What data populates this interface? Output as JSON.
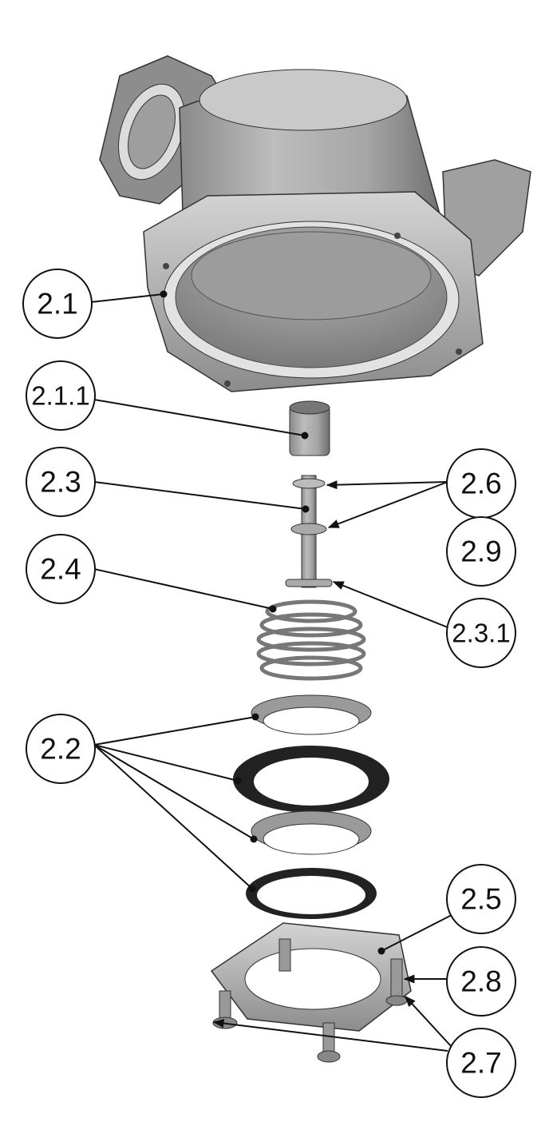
{
  "diagram": {
    "type": "exploded-parts-view",
    "callouts": {
      "c2_1": "2.1",
      "c2_1_1": "2.1.1",
      "c2_3": "2.3",
      "c2_4": "2.4",
      "c2_6": "2.6",
      "c2_9": "2.9",
      "c2_3_1": "2.3.1",
      "c2_2": "2.2",
      "c2_5": "2.5",
      "c2_8": "2.8",
      "c2_7": "2.7"
    }
  },
  "colors": {
    "part_light": "#c8c8c8",
    "part_mid": "#9a9a9a",
    "part_dark": "#555555",
    "gasket": "#222222"
  }
}
